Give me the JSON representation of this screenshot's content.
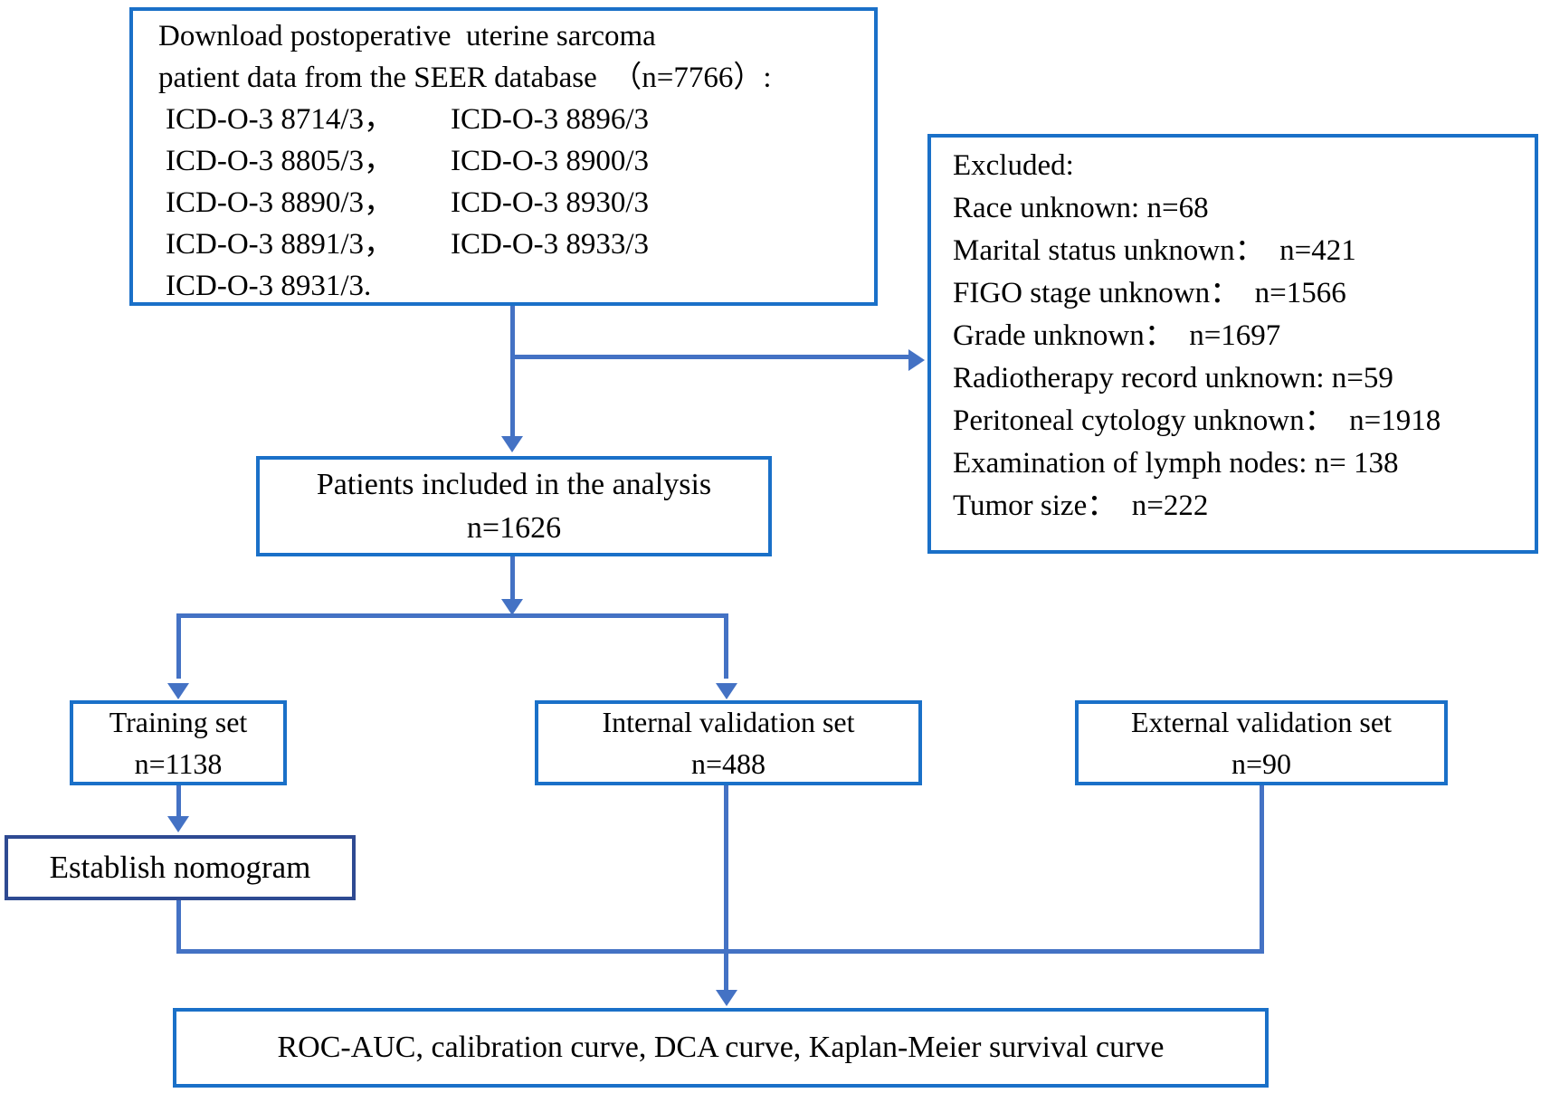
{
  "colors": {
    "box_border": "#1a70c8",
    "nomogram_border": "#2e4a92",
    "connector": "#4472c4",
    "text": "#000000"
  },
  "top_box": {
    "line1": "Download postoperative  uterine sarcoma",
    "line2": "patient data from the SEER database  （n=7766）:",
    "icd_rows": [
      [
        "ICD-O-3 8714/3，",
        "ICD-O-3 8896/3"
      ],
      [
        "ICD-O-3 8805/3，",
        "ICD-O-3 8900/3"
      ],
      [
        "ICD-O-3 8890/3，",
        "ICD-O-3 8930/3"
      ],
      [
        "ICD-O-3 8891/3，",
        "ICD-O-3 8933/3"
      ],
      [
        "ICD-O-3 8931/3.",
        ""
      ]
    ]
  },
  "excluded_box": {
    "title": "Excluded:",
    "items": [
      "Race unknown: n=68",
      "Marital status unknown：  n=421",
      "FIGO stage unknown：  n=1566",
      "Grade unknown：  n=1697",
      "Radiotherapy record unknown: n=59",
      "Peritoneal cytology unknown：  n=1918",
      "Examination of lymph nodes: n= 138",
      "Tumor size：  n=222"
    ]
  },
  "patients_box": {
    "label": "Patients included in the analysis",
    "count": "n=1626"
  },
  "training_box": {
    "label": "Training set",
    "count": "n=1138"
  },
  "internal_box": {
    "label": "Internal validation set",
    "count": "n=488"
  },
  "external_box": {
    "label": "External validation set",
    "count": "n=90"
  },
  "nomogram_box": {
    "label": "Establish nomogram"
  },
  "outcome_box": {
    "label": "ROC-AUC, calibration curve, DCA curve, Kaplan-Meier survival curve"
  }
}
